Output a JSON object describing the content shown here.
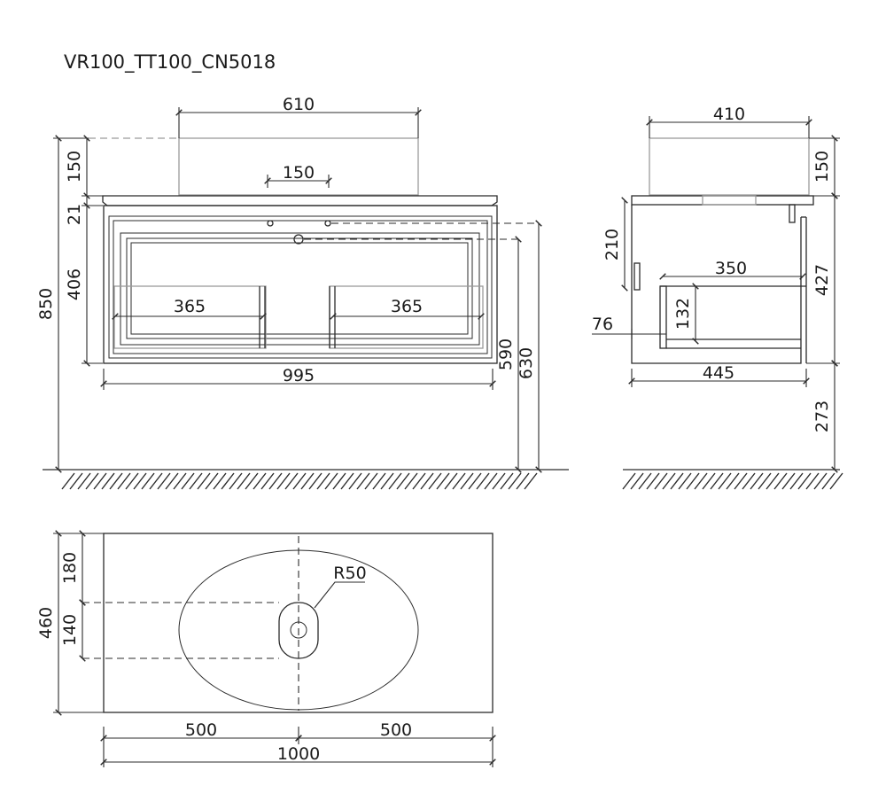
{
  "title": "VR100_TT100_CN5018",
  "front_view": {
    "basin_width": "610",
    "faucet_spacing": "150",
    "basin_height": "150",
    "top_thickness": "21",
    "drawer_height": "406",
    "total_height": "850",
    "shelf_width_left": "365",
    "shelf_width_right": "365",
    "cabinet_width": "995",
    "drain_height": "590",
    "overflow_height": "630"
  },
  "side_view": {
    "basin_depth": "410",
    "basin_height": "150",
    "recess_height": "210",
    "cabinet_height": "427",
    "shelf_depth": "350",
    "shelf_height": "132",
    "handle_offset": "76",
    "cabinet_depth": "445",
    "floor_clearance": "273"
  },
  "top_view": {
    "drain_radius": "R50",
    "back_to_drain": "180",
    "drain_spacing": "140",
    "top_depth": "460",
    "left_half": "500",
    "right_half": "500",
    "total_width": "1000"
  }
}
